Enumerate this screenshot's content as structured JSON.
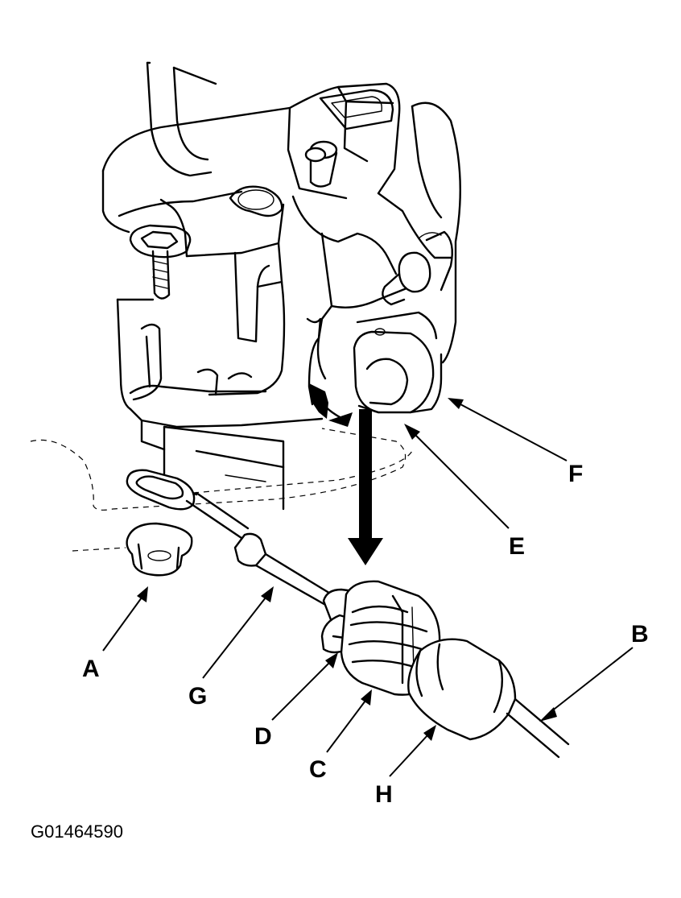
{
  "callouts": {
    "A": "A",
    "B": "B",
    "C": "C",
    "D": "D",
    "E": "E",
    "F": "F",
    "G": "G",
    "H": "H"
  },
  "figure_id": "G01464590"
}
